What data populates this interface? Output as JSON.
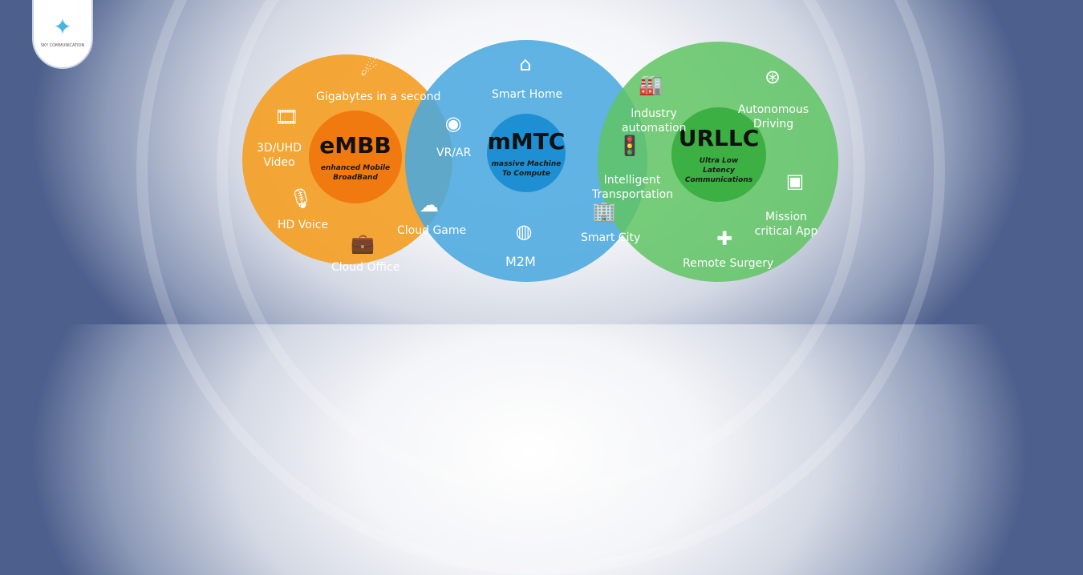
{
  "logo": {
    "text": "SKY COMMUNICATION"
  },
  "embb": {
    "title": "eMBB",
    "subtitle": "enhanced Mobile BroadBand",
    "color": "#f3a12b",
    "items": [
      "Gigabytes in a second",
      "3D/UHD Video",
      "HD Voice",
      "Cloud Office",
      "Cloud Game"
    ]
  },
  "mmtc": {
    "title": "mMTC",
    "subtitle": "massive Machine To Compute",
    "color": "#4aa8de",
    "items": [
      "Smart Home",
      "VR/AR",
      "M2M",
      "Smart City"
    ]
  },
  "urllc": {
    "title": "URLLC",
    "subtitle": "Ultra Low Latency Communications",
    "color": "#5fc463",
    "items": [
      "Industry automation",
      "Intelligent Transportation",
      "Autonomous Driving",
      "Mission critical App",
      "Remote Surgery"
    ]
  }
}
